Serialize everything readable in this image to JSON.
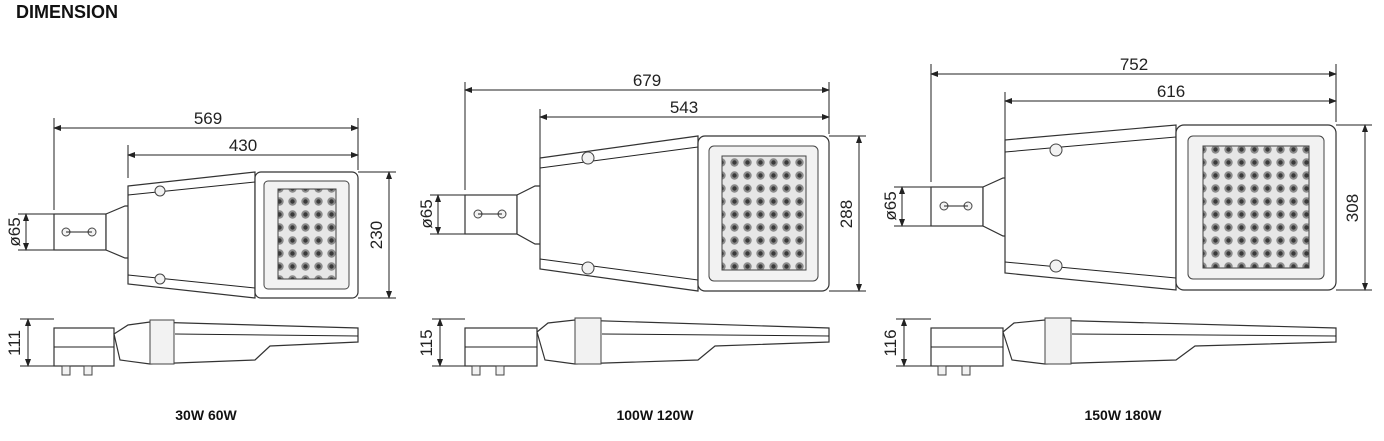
{
  "heading": "DIMENSION",
  "models": [
    {
      "caption": "30W 60W",
      "overall": "569",
      "body": "430",
      "height": "230",
      "diameter": "ø65",
      "side": "111"
    },
    {
      "caption": "100W 120W",
      "overall": "679",
      "body": "543",
      "height": "288",
      "diameter": "ø65",
      "side": "115"
    },
    {
      "caption": "150W 180W",
      "overall": "752",
      "body": "616",
      "height": "308",
      "diameter": "ø65",
      "side": "116"
    }
  ]
}
